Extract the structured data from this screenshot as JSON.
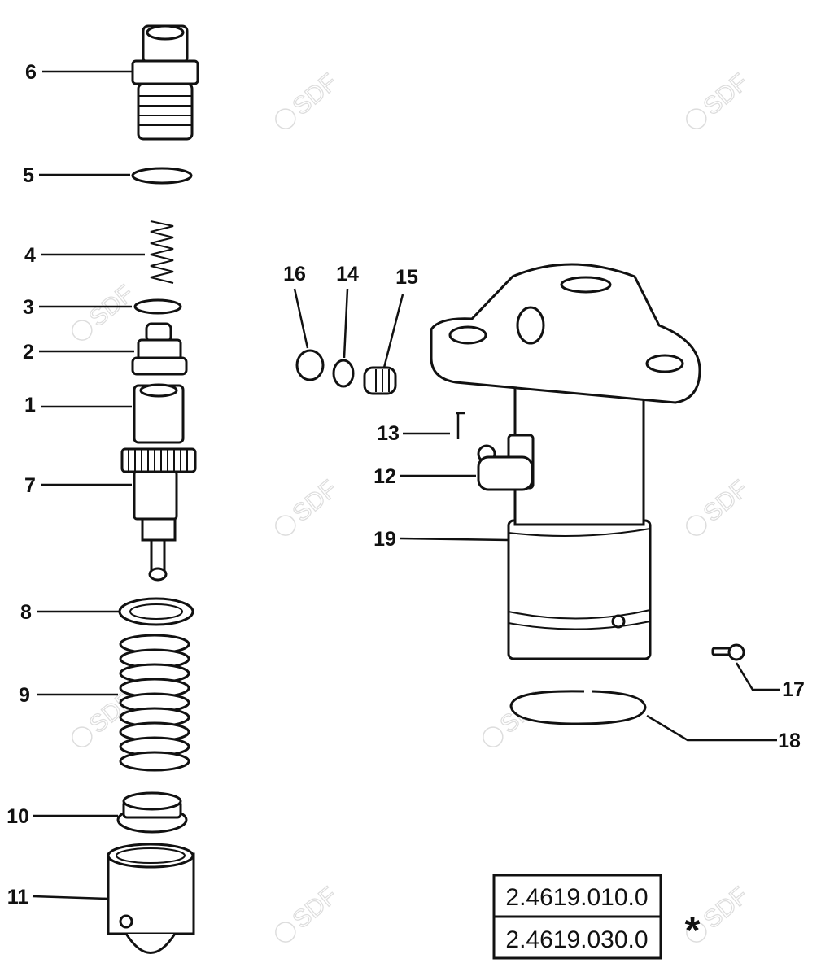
{
  "diagram": {
    "callouts": {
      "c1": "1",
      "c2": "2",
      "c3": "3",
      "c4": "4",
      "c5": "5",
      "c6": "6",
      "c7": "7",
      "c8": "8",
      "c9": "9",
      "c10": "10",
      "c11": "11",
      "c12": "12",
      "c13": "13",
      "c14": "14",
      "c15": "15",
      "c16": "16",
      "c17": "17",
      "c18": "18",
      "c19": "19"
    },
    "part_numbers": [
      "2.4619.010.0",
      "2.4619.030.0"
    ],
    "note_symbol": "*",
    "watermark": "SDF"
  }
}
